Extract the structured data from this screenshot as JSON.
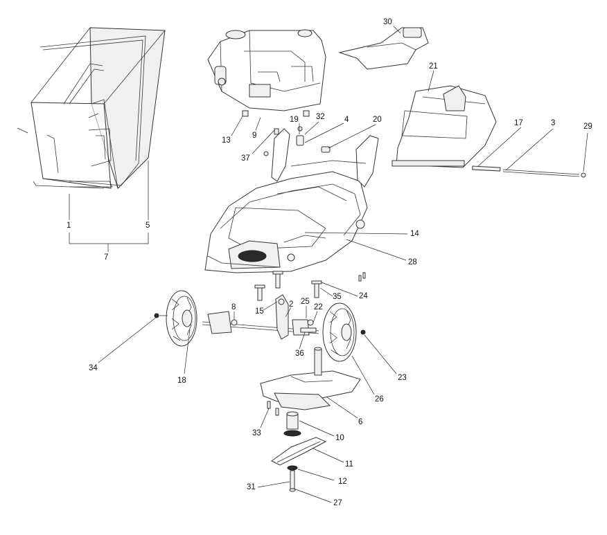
{
  "labels": {
    "l1": "1",
    "l2": "2",
    "l3": "3",
    "l4": "4",
    "l5": "5",
    "l6": "6",
    "l7": "7",
    "l8": "8",
    "l9": "9",
    "l10": "10",
    "l11": "11",
    "l12": "12",
    "l13": "13",
    "l14": "14",
    "l15": "15",
    "l17": "17",
    "l18": "18",
    "l19": "19",
    "l20": "20",
    "l21": "21",
    "l22": "22",
    "l23": "23",
    "l24": "24",
    "l25": "25",
    "l26": "26",
    "l27": "27",
    "l28": "28",
    "l29": "29",
    "l30": "30",
    "l31": "31",
    "l32": "32",
    "l33": "33",
    "l34": "34",
    "l35": "35",
    "l36": "36",
    "l37": "37"
  }
}
